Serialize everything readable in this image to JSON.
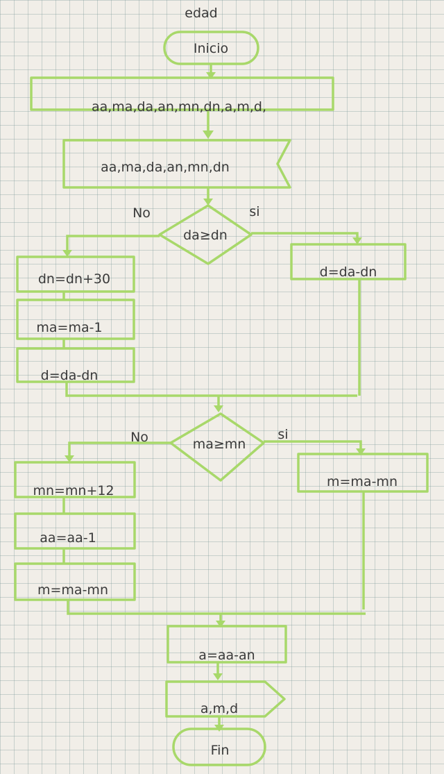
{
  "title": "edad",
  "start": "Inicio",
  "input": "aa,ma,da,an,mn,dn,a,m,d,",
  "read": "aa,ma,da,an,mn,dn",
  "decision1": {
    "condition": "da≥dn",
    "no": "No",
    "yes": "si",
    "yes_step": "d=da-dn",
    "no_steps": [
      "dn=dn+30",
      "ma=ma-1",
      "d=da-dn"
    ]
  },
  "decision2": {
    "condition": "ma≥mn",
    "no": "No",
    "yes": "si",
    "yes_step": "m=ma-mn",
    "no_steps": [
      "mn=mn+12",
      "aa=aa-1",
      "m=ma-mn"
    ]
  },
  "final_step": "a=aa-an",
  "output": "a,m,d",
  "end": "Fin"
}
